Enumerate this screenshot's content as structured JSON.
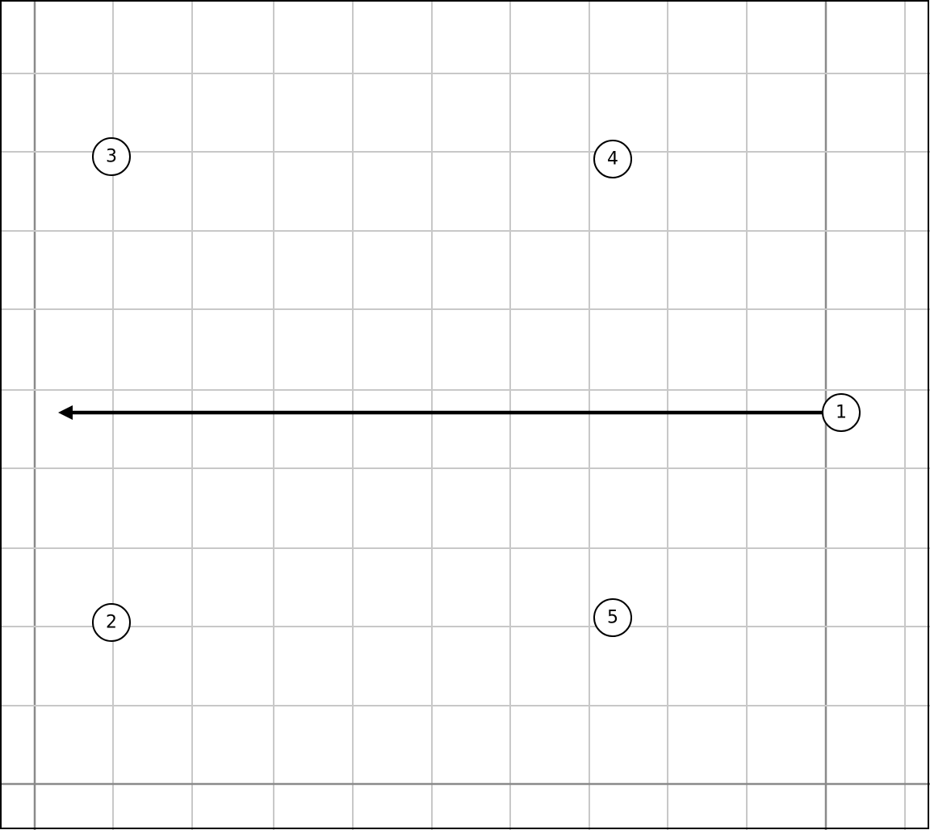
{
  "diagram": {
    "colors": {
      "background": "#ffffff",
      "border": "#000000",
      "grid_minor": "#c8c8c8",
      "grid_major": "#8a8a8a",
      "arrow": "#000000",
      "marker_stroke": "#000000",
      "marker_fill": "#ffffff"
    },
    "markers": [
      {
        "label": "1",
        "name": "marker-1"
      },
      {
        "label": "2",
        "name": "marker-2"
      },
      {
        "label": "3",
        "name": "marker-3"
      },
      {
        "label": "4",
        "name": "marker-4"
      },
      {
        "label": "5",
        "name": "marker-5"
      }
    ],
    "arrow": {
      "from": "1",
      "direction": "left"
    }
  }
}
